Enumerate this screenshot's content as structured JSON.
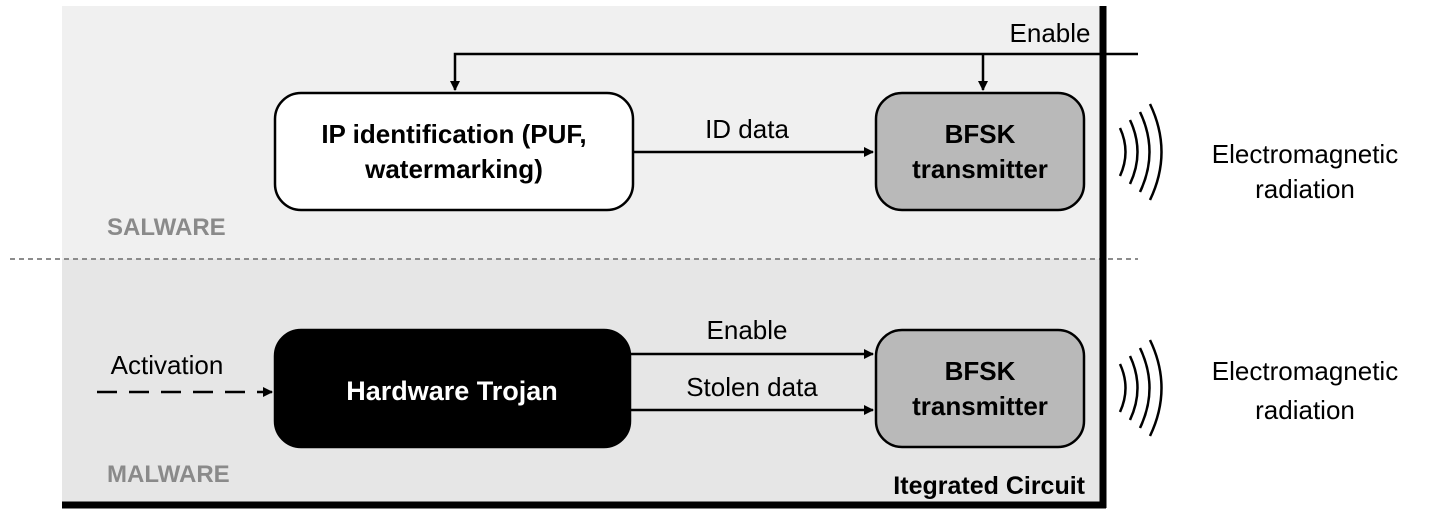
{
  "colors": {
    "panel": "#f0f0f0",
    "panel_lower": "#e6e6e6",
    "ip_box": "#ffffff",
    "bfsk_box": "#b9b9b9",
    "trojan_box": "#000000",
    "section_label": "#8a8a8a",
    "divider": "#8c8c8c"
  },
  "labels": {
    "enable_top": "Enable",
    "id_data": "ID data",
    "ip_box_line1": "IP identification (PUF,",
    "ip_box_line2": "watermarking)",
    "bfsk_top_line1": "BFSK",
    "bfsk_top_line2": "transmitter",
    "em_top_line1": "Electromagnetic",
    "em_top_line2": "radiation",
    "salware": "SALWARE",
    "activation": "Activation",
    "trojan": "Hardware Trojan",
    "enable_bottom": "Enable",
    "stolen_data": "Stolen data",
    "bfsk_bottom_line1": "BFSK",
    "bfsk_bottom_line2": "transmitter",
    "em_bottom_line1": "Electromagnetic",
    "em_bottom_line2": "radiation",
    "malware": "MALWARE",
    "ic_label": "Itegrated Circuit"
  }
}
